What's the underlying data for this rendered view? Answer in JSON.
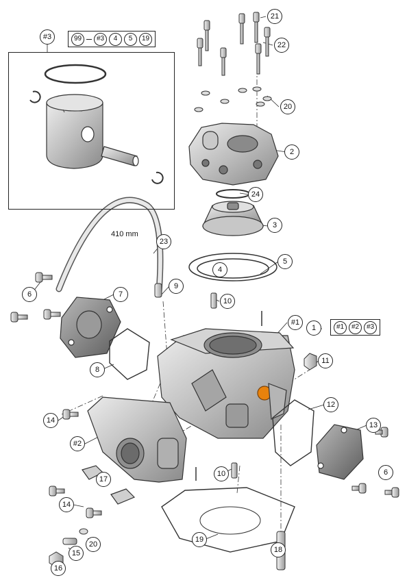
{
  "inset": {
    "label": "#3"
  },
  "ref_group_piston": {
    "lead": "99",
    "items": [
      "#3",
      "4",
      "5",
      "19"
    ]
  },
  "ref_group_cylinder": {
    "items": [
      "#1",
      "#2",
      "#3"
    ]
  },
  "dimension": {
    "hose_length": "410 mm"
  },
  "callouts": {
    "c21": "21",
    "c22": "22",
    "c20a": "20",
    "c2": "2",
    "c24": "24",
    "c3": "3",
    "c23": "23",
    "c4": "4",
    "c5": "5",
    "c9": "9",
    "c6a": "6",
    "c7": "7",
    "c10a": "10",
    "c1ref": "#1",
    "c1": "1",
    "c11": "11",
    "c8": "8",
    "c12": "12",
    "c14a": "14",
    "c2ref": "#2",
    "c13": "13",
    "c6b": "6",
    "c17": "17",
    "c10b": "10",
    "c14b": "14",
    "c20b": "20",
    "c15": "15",
    "c19": "19",
    "c18": "18",
    "c16": "16"
  },
  "colors": {
    "line": "#222222",
    "part_light": "#d2d2d2",
    "part_mid": "#a8a8a8",
    "part_dark": "#6e6e6e",
    "orange": "#e8820c"
  }
}
